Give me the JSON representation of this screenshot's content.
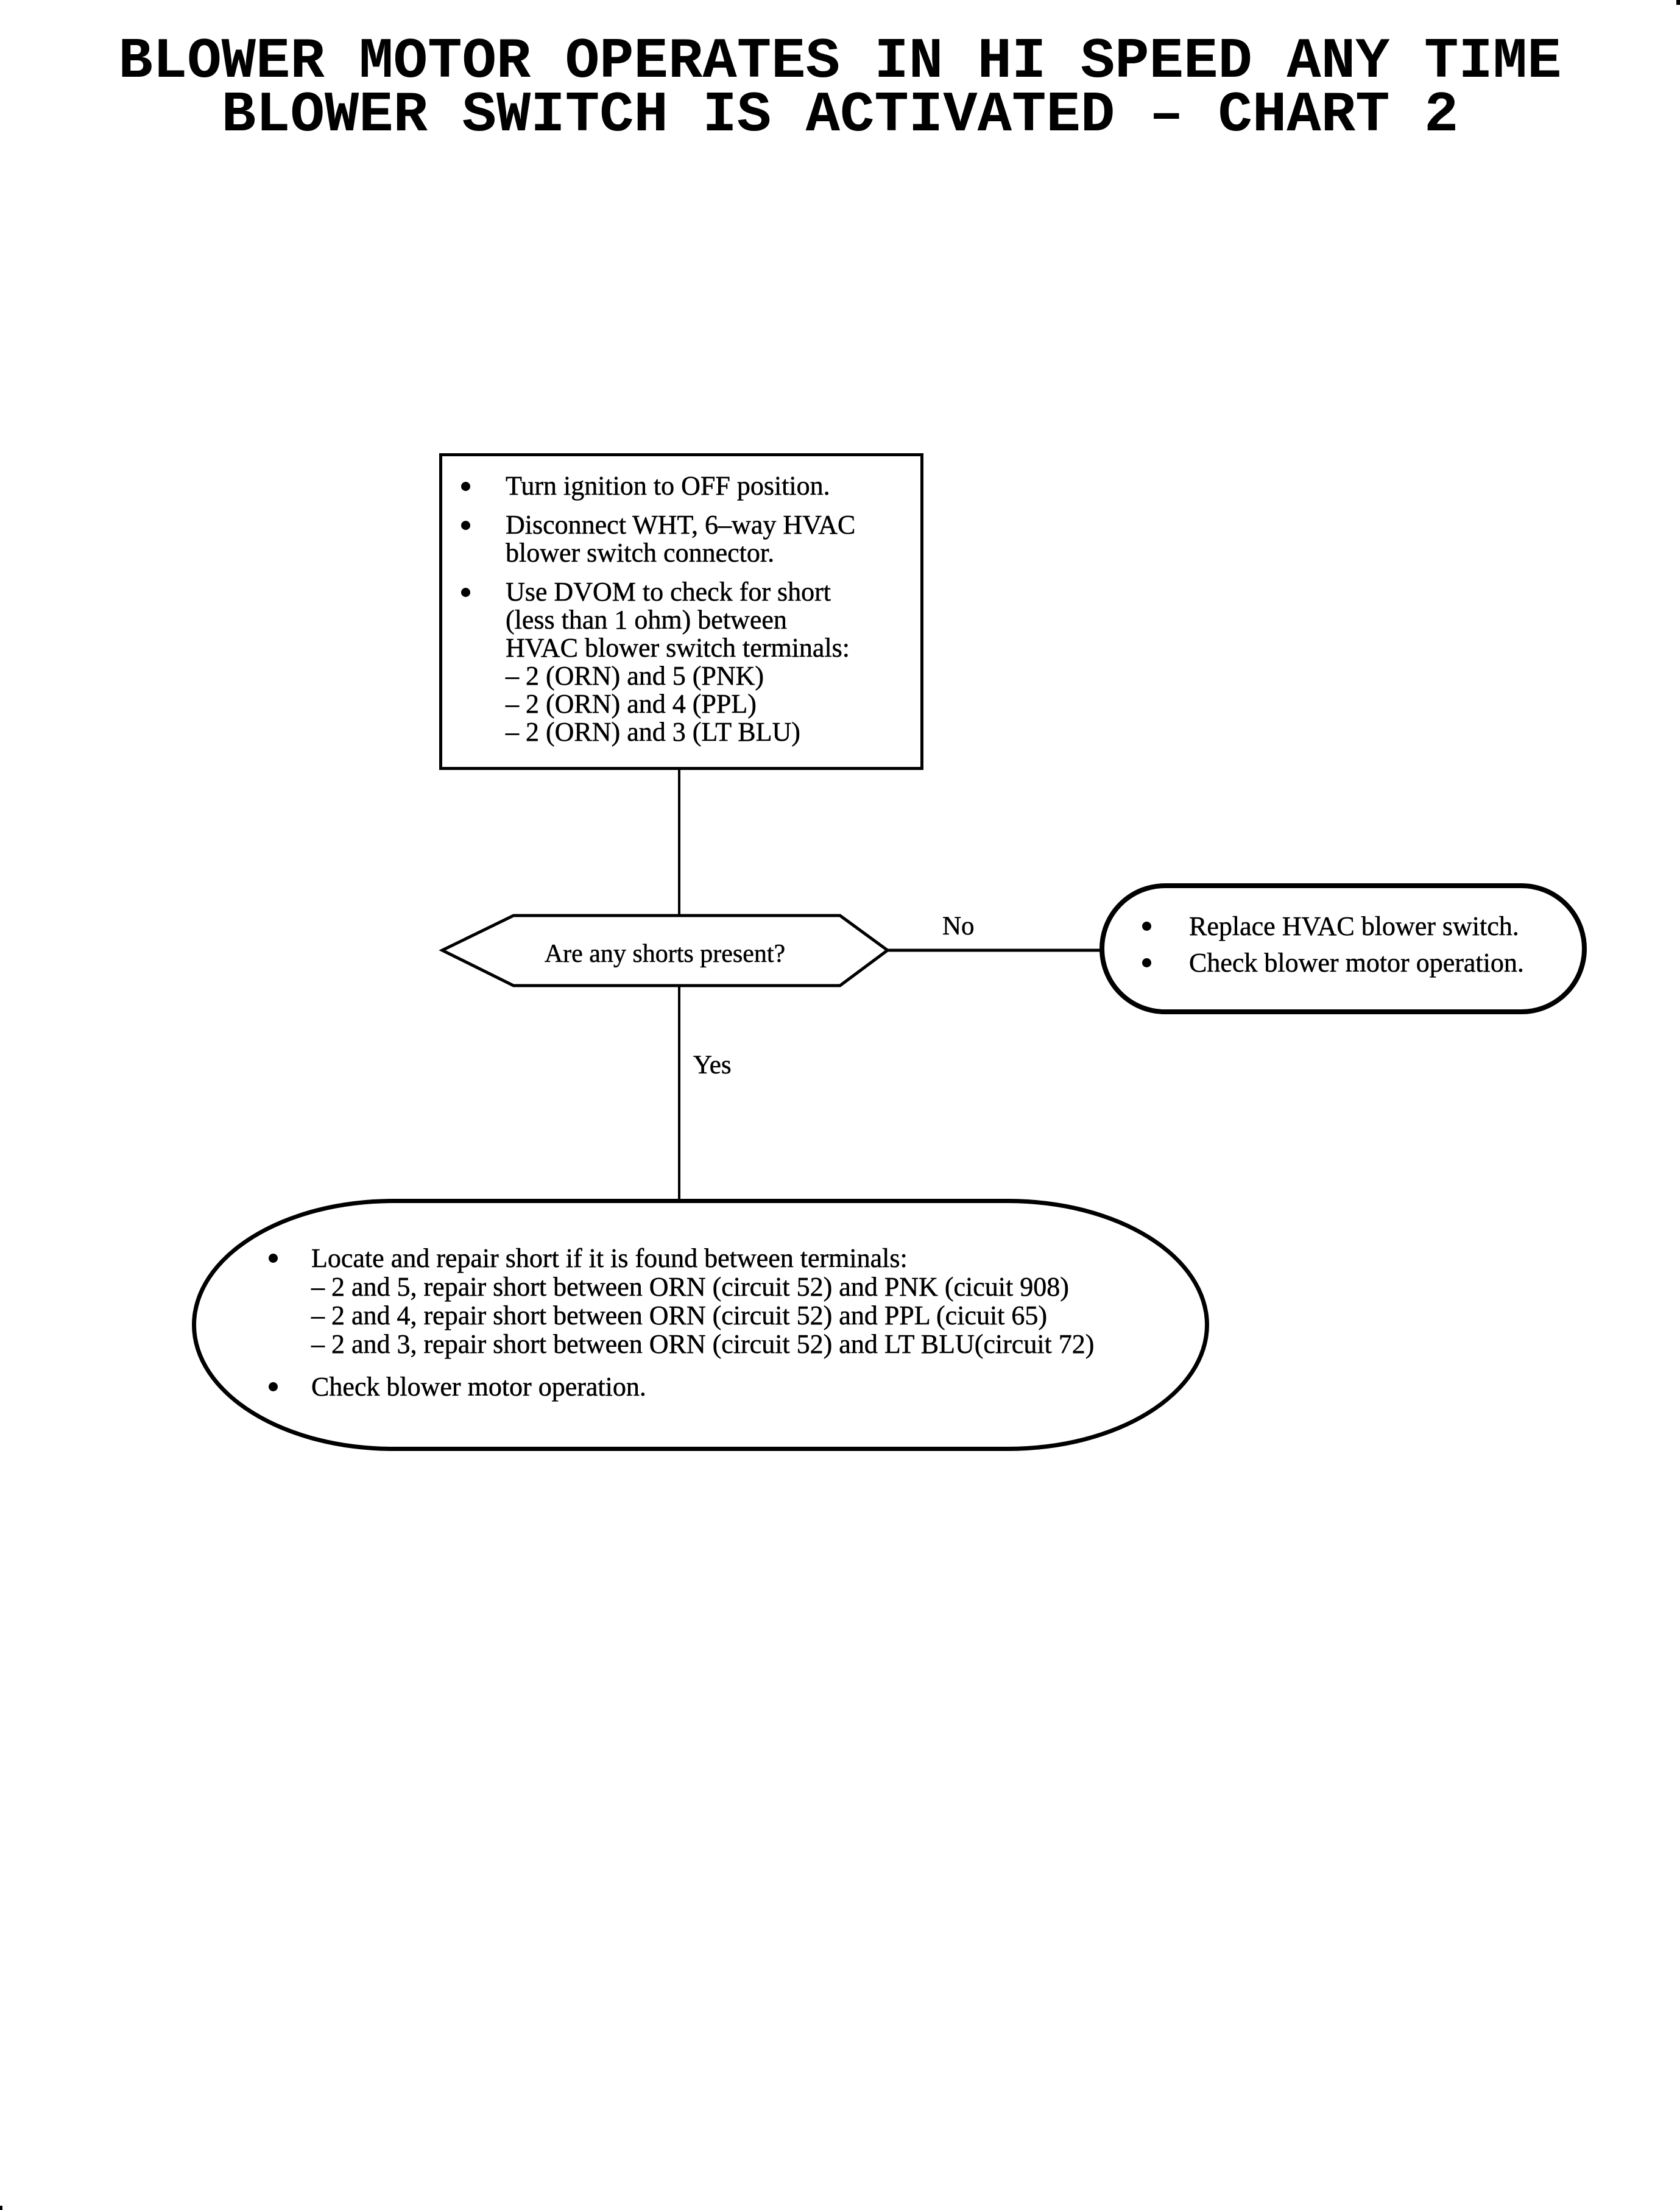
{
  "title": {
    "line1": "BLOWER MOTOR OPERATES IN HI SPEED ANY TIME",
    "line2": "BLOWER SWITCH IS ACTIVATED – CHART 2"
  },
  "step_box": {
    "bullet1": "Turn ignition to OFF position.",
    "bullet2_line1": "Disconnect WHT, 6–way HVAC",
    "bullet2_line2": "blower switch connector.",
    "bullet3_line1": "Use DVOM to check for short",
    "bullet3_line2": "(less than 1 ohm) between",
    "bullet3_line3": "HVAC blower switch terminals:",
    "bullet3_sub1": "– 2 (ORN) and 5 (PNK)",
    "bullet3_sub2": "– 2 (ORN) and 4 (PPL)",
    "bullet3_sub3": "– 2 (ORN) and 3 (LT BLU)"
  },
  "decision": {
    "question": "Are any shorts present?",
    "no_label": "No",
    "yes_label": "Yes"
  },
  "no_action": {
    "bullet1": "Replace HVAC blower switch.",
    "bullet2": "Check blower motor operation."
  },
  "yes_action": {
    "bullet1": "Locate and repair short if it is found between terminals:",
    "sub1": "– 2 and 5, repair short between ORN (circuit 52) and PNK (cicuit 908)",
    "sub2": "– 2 and 4, repair short between ORN (circuit 52) and PPL (cicuit 65)",
    "sub3": "– 2 and 3, repair short between ORN (circuit 52) and LT BLU(circuit 72)",
    "bullet2": "Check blower motor operation."
  },
  "colors": {
    "ink": "#000000",
    "paper": "#ffffff"
  }
}
